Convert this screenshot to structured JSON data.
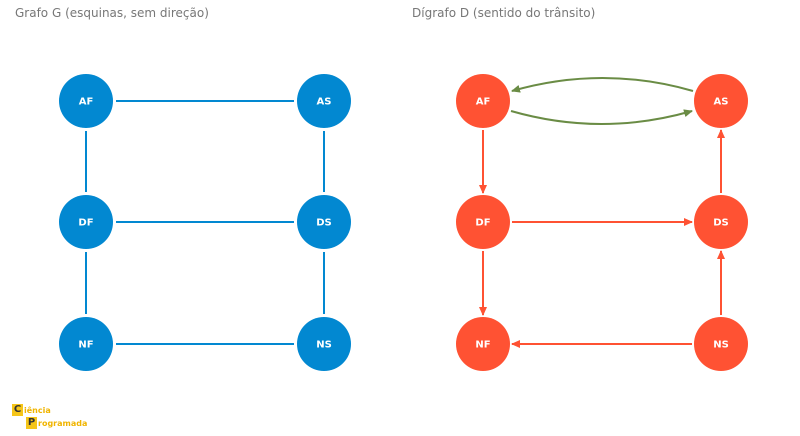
{
  "graph_g": {
    "title": "Grafo G (esquinas, sem direção)",
    "color": "#0288d1",
    "nodes": [
      "AF",
      "AS",
      "DF",
      "DS",
      "NF",
      "NS"
    ],
    "edges": [
      [
        "AF",
        "AS"
      ],
      [
        "AF",
        "DF"
      ],
      [
        "AS",
        "DS"
      ],
      [
        "DF",
        "DS"
      ],
      [
        "DF",
        "NF"
      ],
      [
        "DS",
        "NS"
      ],
      [
        "NF",
        "NS"
      ]
    ]
  },
  "digraph_d": {
    "title": "Dígrafo D (sentido do trânsito)",
    "node_color": "#ff5233",
    "arc_color": "#ff5233",
    "two_way_color": "#6a8c45",
    "nodes": [
      "AF",
      "AS",
      "DF",
      "DS",
      "NF",
      "NS"
    ],
    "arcs": [
      [
        "AF",
        "AS"
      ],
      [
        "AS",
        "AF"
      ],
      [
        "AF",
        "DF"
      ],
      [
        "DF",
        "DS"
      ],
      [
        "DF",
        "NF"
      ],
      [
        "DS",
        "AS"
      ],
      [
        "NS",
        "DS"
      ],
      [
        "NS",
        "NF"
      ]
    ]
  },
  "logo": {
    "letter1": "C",
    "word1": "iência",
    "letter2": "P",
    "word2": "rogramada",
    "box_color": "#f5c518",
    "text_color": "#f0b400"
  }
}
